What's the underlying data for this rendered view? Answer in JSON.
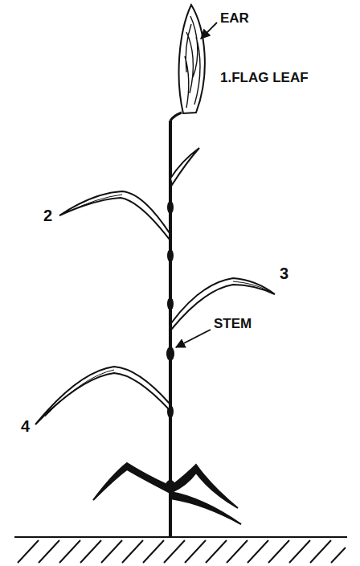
{
  "diagram": {
    "labels": [
      "EAR",
      "1.FLAG LEAF",
      "2",
      "3",
      "4",
      "STEM"
    ]
  }
}
